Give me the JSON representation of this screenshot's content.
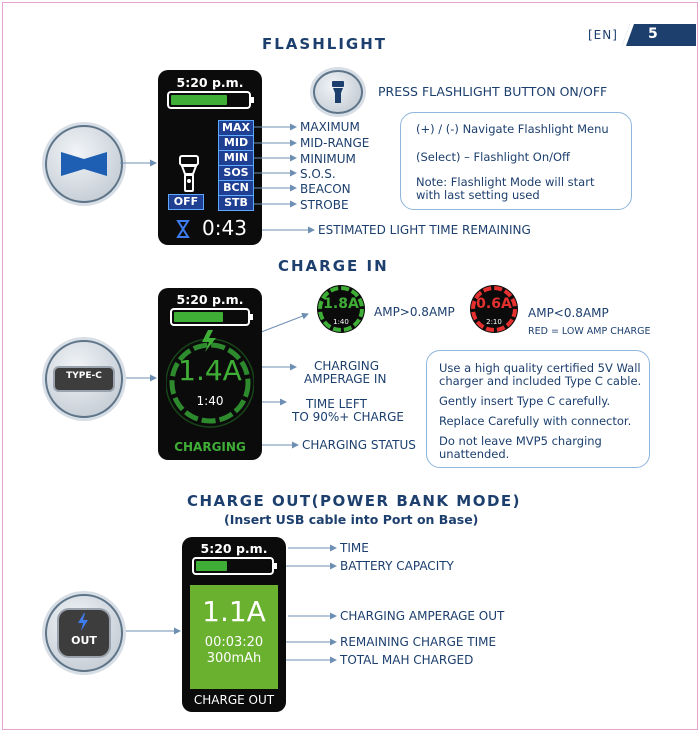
{
  "page": {
    "lang": "[EN]",
    "number": "5"
  },
  "flashlight": {
    "title": "FLASHLIGHT",
    "time": "5:20 p.m.",
    "modes": [
      "MAX",
      "MID",
      "MIN",
      "SOS",
      "BCN",
      "STB"
    ],
    "off": "OFF",
    "countdown": "0:43",
    "labels": [
      "MAXIMUM",
      "MID-RANGE",
      "MINIMUM",
      "S.O.S.",
      "BEACON",
      "STROBE"
    ],
    "estimated": "ESTIMATED LIGHT TIME REMAINING",
    "press": "PRESS FLASHLIGHT BUTTON  ON/OFF",
    "notes": [
      "(+) / (-) Navigate Flashlight Menu",
      "(Select) – Flashlight On/Off",
      "Note: Flashlight Mode will start",
      "with last setting used"
    ],
    "battery_level": 0.75
  },
  "charge_in": {
    "title": "CHARGE IN",
    "time": "5:20 p.m.",
    "amperage": "1.4A",
    "time_left": "1:40",
    "status": "CHARGING",
    "button": "TYPE-C",
    "high": {
      "amp": "1.8A",
      "time": "1:40",
      "label": "AMP>0.8AMP",
      "color": "#3fae36"
    },
    "low": {
      "amp": "0.6A",
      "time": "2:10",
      "label": "AMP<0.8AMP",
      "note": "RED = LOW AMP CHARGE",
      "color": "#e53030"
    },
    "labels": {
      "amp1": "CHARGING",
      "amp2": "AMPERAGE IN",
      "tl1": "TIME LEFT",
      "tl2": "TO 90%+ CHARGE",
      "status": "CHARGING STATUS"
    },
    "notes": [
      "Use a high quality certified 5V Wall",
      "charger and included Type C cable.",
      "Gently insert Type C carefully.",
      "Replace Carefully with connector.",
      "Do not leave MVP5 charging",
      "unattended."
    ],
    "battery_level": 0.7
  },
  "charge_out": {
    "title": "CHARGE OUT(POWER BANK MODE)",
    "subtitle": "(Insert USB cable into Port on Base)",
    "time": "5:20 p.m.",
    "amperage": "1.1A",
    "elapsed": "00:03:20",
    "mah": "300mAh",
    "status": "CHARGE OUT",
    "button": "OUT",
    "labels": [
      "TIME",
      "BATTERY CAPACITY",
      "CHARGING AMPERAGE OUT",
      "REMAINING CHARGE TIME",
      "TOTAL MAH CHARGED"
    ],
    "battery_level": 0.45
  }
}
